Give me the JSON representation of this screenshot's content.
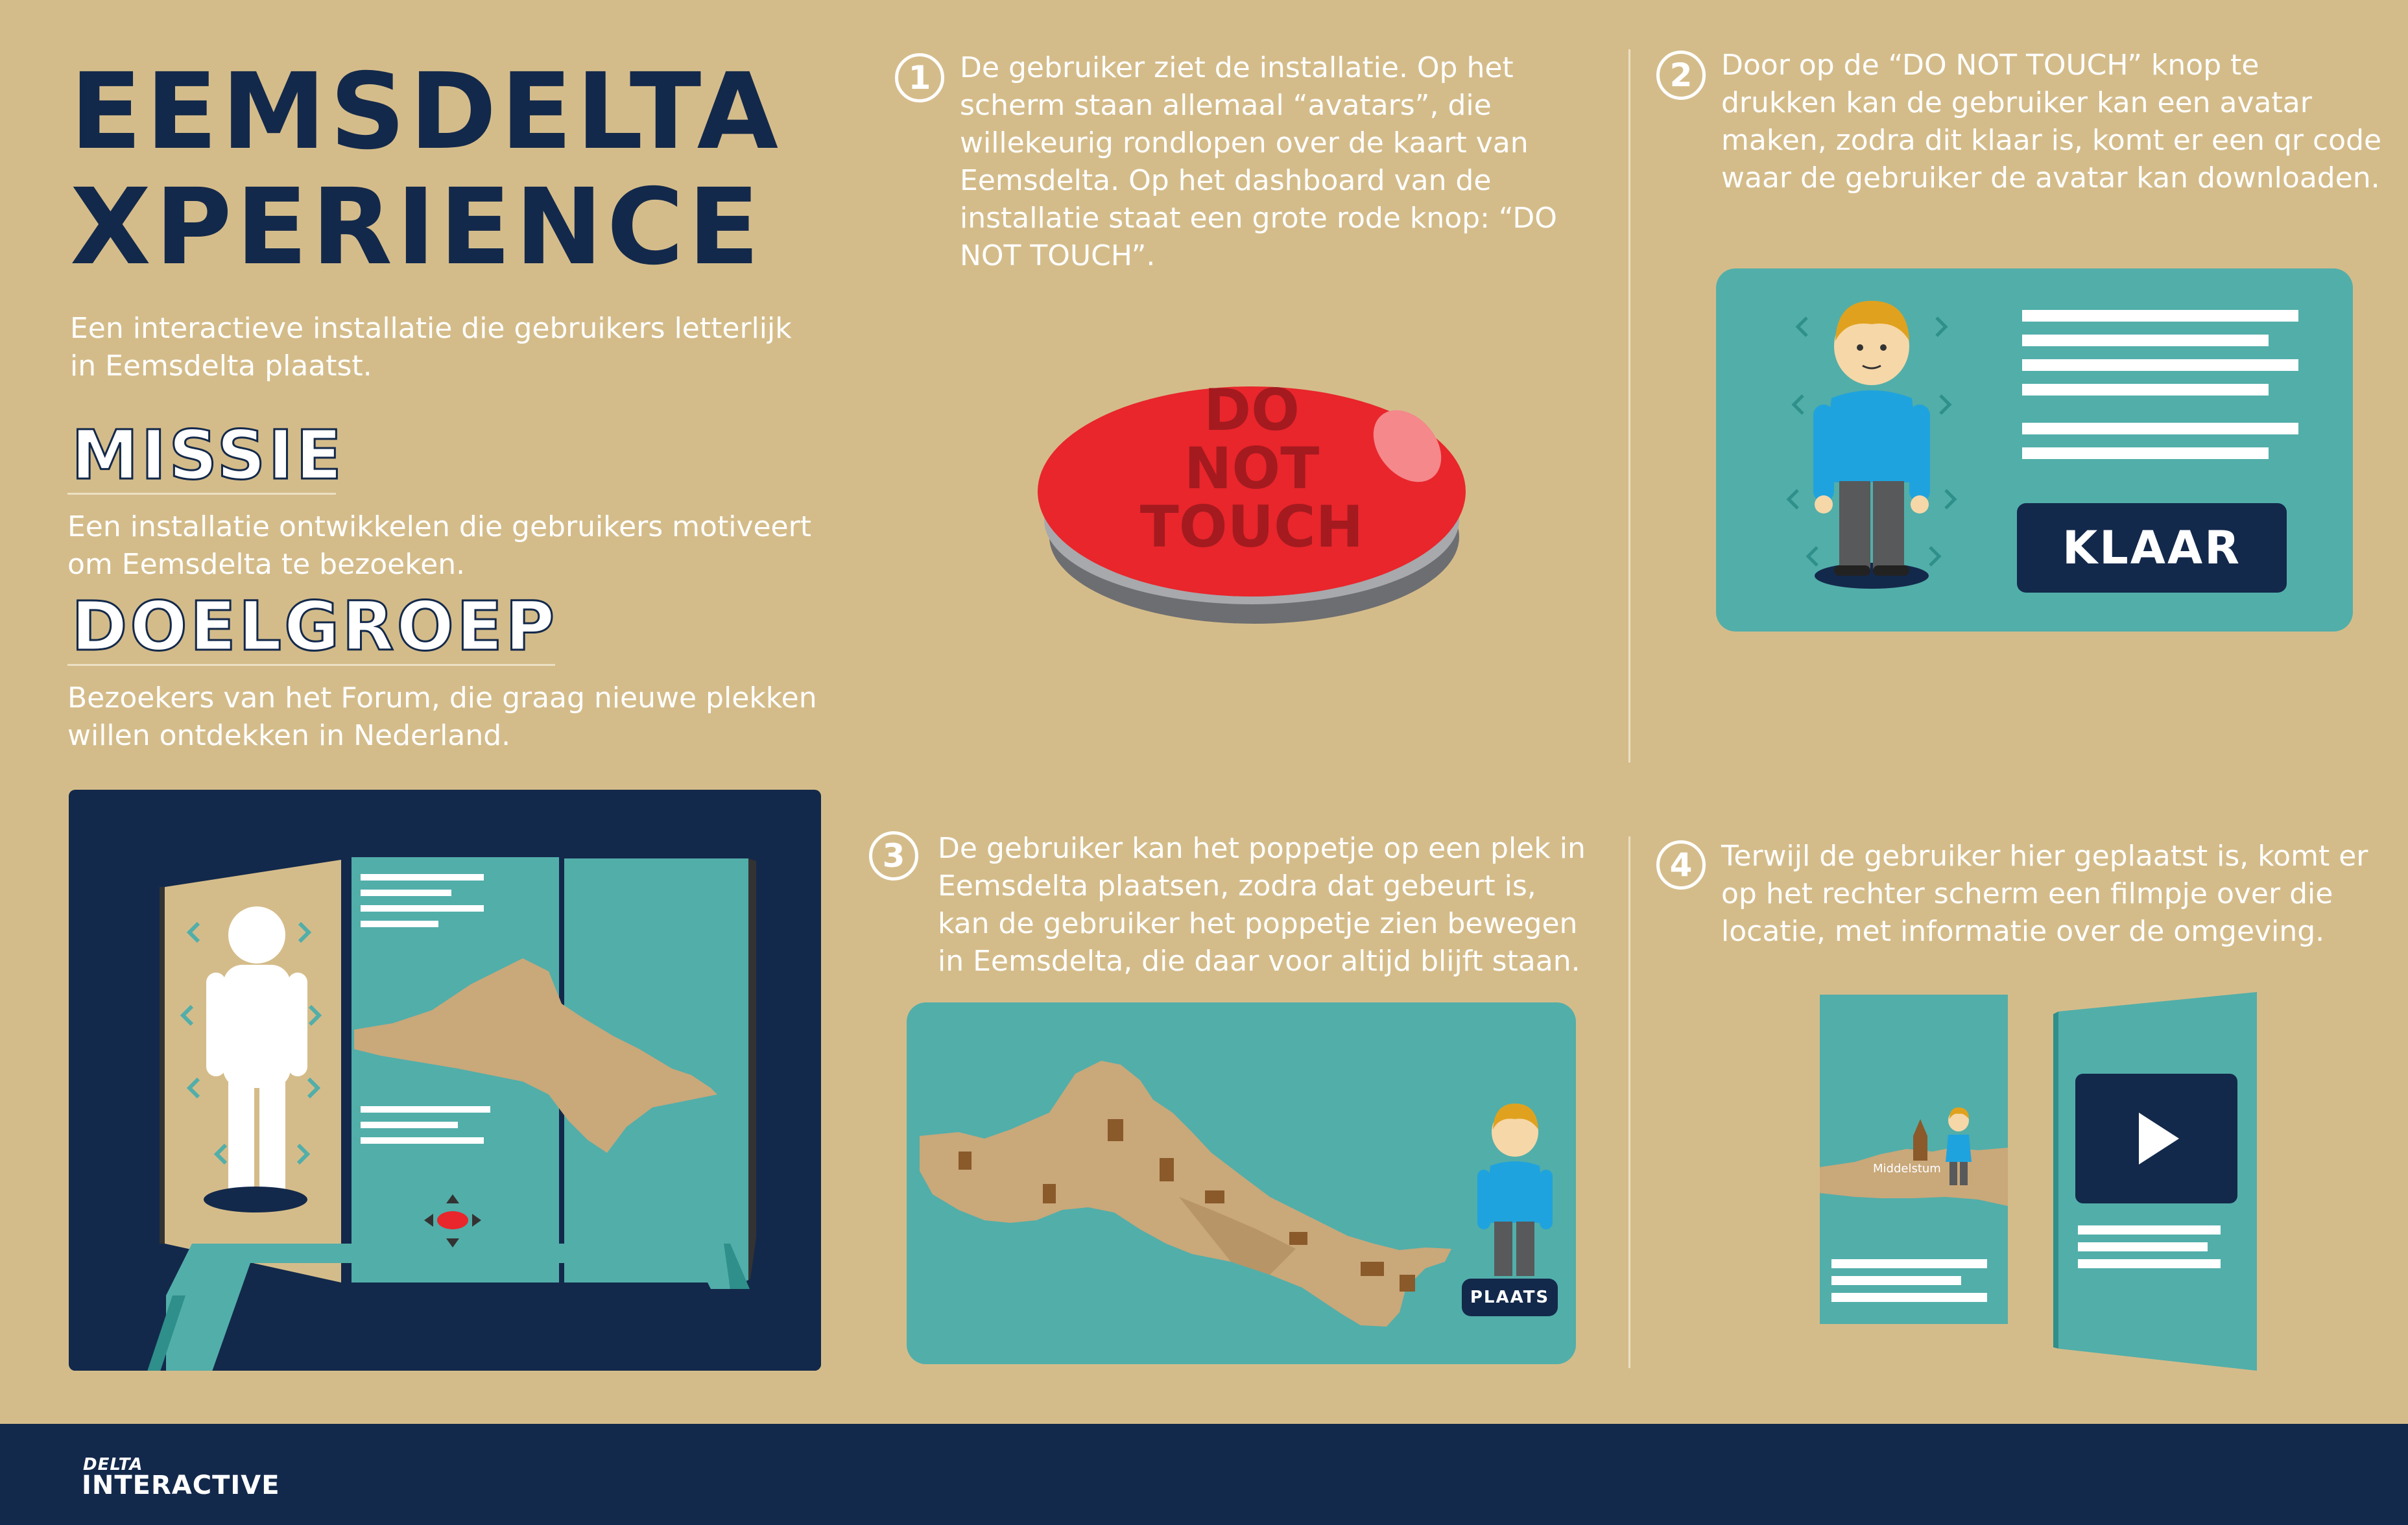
{
  "header": {
    "title_line1": "EEMSDELTA",
    "title_line2": "XPERIENCE",
    "intro": "Een interactieve installatie die gebruikers letterlijk in Eemsdelta plaatst."
  },
  "missie": {
    "heading": "MISSIE",
    "text": "Een installatie ontwikkelen die gebruikers motiveert om Eemsdelta te bezoeken."
  },
  "doelgroep": {
    "heading": "DOELGROEP",
    "text": "Bezoekers van het Forum, die graag nieuwe plekken willen ontdekken in Nederland."
  },
  "steps": [
    {
      "number": "1",
      "text": "De gebruiker ziet de installatie. Op het scherm staan allemaal “avatars”, die willekeurig rondlopen over de kaart van Eemsdelta. Op het dashboard van de installatie staat een grote rode knop: “DO NOT TOUCH”."
    },
    {
      "number": "2",
      "text": "Door op de “DO NOT TOUCH” knop te drukken kan de gebruiker kan een avatar maken, zodra dit klaar is, komt er een qr code waar de gebruiker de avatar kan downloaden."
    },
    {
      "number": "3",
      "text": "De gebruiker kan het poppetje op een plek in Eemsdelta plaatsen, zodra dat gebeurt is, kan de gebruiker het poppetje zien bewegen in Eemsdelta, die daar voor altijd blijft staan."
    },
    {
      "number": "4",
      "text": "Terwijl de gebruiker hier geplaatst is, komt er op het rechter scherm een filmpje over die locatie, met informatie over de omgeving."
    }
  ],
  "button": {
    "line1": "DO",
    "line2": "NOT",
    "line3": "TOUCH"
  },
  "klaar_label": "KLAAR",
  "plaats_label": "PLAATS",
  "map_labels": {
    "middelstum": "Middelstum"
  },
  "footer": {
    "brand_top": "DELTA",
    "brand_bottom": "INTERACTIVE"
  },
  "colors": {
    "background": "#d4bc8a",
    "navy": "#13294b",
    "teal": "#52aea9",
    "red": "#e8262c",
    "map": "#c9a87a"
  }
}
